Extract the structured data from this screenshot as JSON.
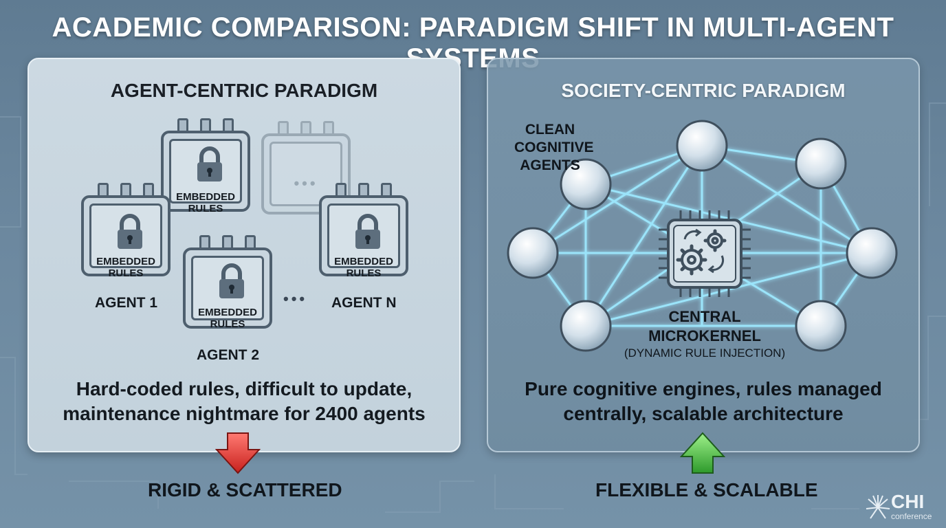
{
  "title": "ACADEMIC COMPARISON: PARADIGM SHIFT IN MULTI-AGENT SYSTEMS",
  "left_panel": {
    "title": "AGENT-CENTRIC PARADIGM",
    "chip_label_line1": "EMBEDDED",
    "chip_label_line2": "RULES",
    "ghost_chip_text": "•••",
    "dots": "•••",
    "agents": [
      "AGENT 1",
      "AGENT 2",
      "AGENT N"
    ],
    "description_line1": "Hard-coded rules, difficult to update,",
    "description_line2": "maintenance nightmare for 2400 agents",
    "verdict": "RIGID & SCATTERED",
    "arrow": "down-arrow-red"
  },
  "right_panel": {
    "title": "SOCIETY-CENTRIC PARADIGM",
    "agents_label": [
      "CLEAN",
      "COGNITIVE",
      "AGENTS"
    ],
    "kernel_label_line1": "CENTRAL",
    "kernel_label_line2": "MICROKERNEL",
    "kernel_label_line3": "(DYNAMIC RULE INJECTION)",
    "description_line1": "Pure cognitive engines, rules managed",
    "description_line2": "centrally, scalable architecture",
    "verdict": "FLEXIBLE & SCALABLE",
    "arrow": "up-arrow-green"
  },
  "logo": {
    "main": "CHI",
    "sub": "conference"
  },
  "colors": {
    "background": "#6c889f",
    "connection_glow": "#8fe6ff",
    "arrow_down": "#e2403c",
    "arrow_up": "#4fc64b"
  }
}
